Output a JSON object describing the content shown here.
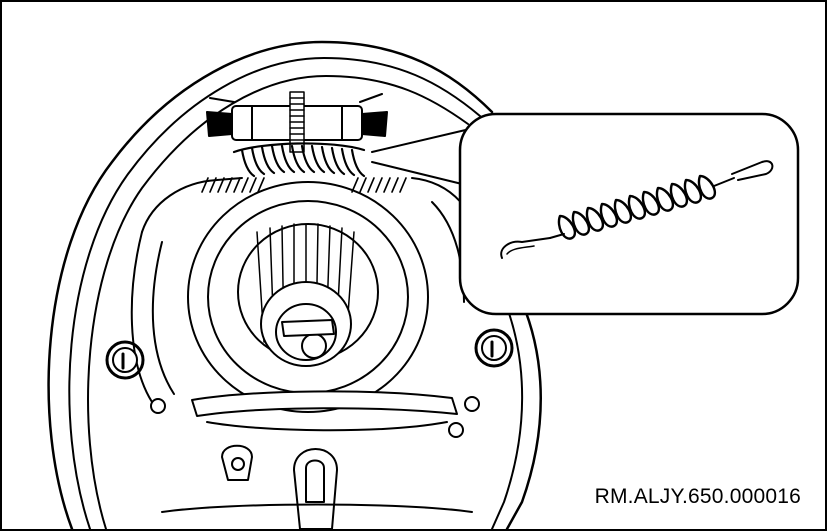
{
  "figure": {
    "reference_code": "RM.ALJY.650.000016",
    "line_color": "#000000",
    "background_color": "#ffffff",
    "subject": "drum-brake-assembly",
    "callout": "return-spring-detail"
  }
}
